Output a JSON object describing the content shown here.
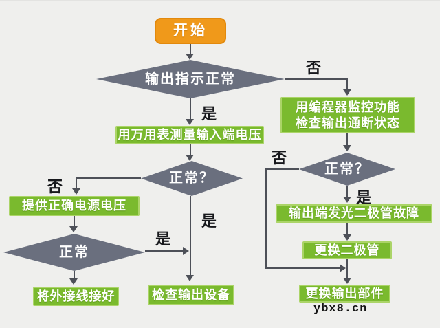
{
  "flowchart": {
    "nodes": {
      "start": "开始",
      "output_indicator_normal": "输出指示正常",
      "programmer_monitor": {
        "line1": "用编程器监控功能",
        "line2": "检查输出通断状态"
      },
      "multimeter_measure": "用万用表测量输入端电压",
      "output_state_normal": "正常？",
      "input_voltage_normal": "正常？",
      "provide_correct_voltage": "提供正确电源电压",
      "power_voltage_normal": "正常",
      "connect_external_wiring": "将外接线接好",
      "check_output_device": "检查输出设备",
      "output_led_fault": "输出端发光二极管故障",
      "replace_diode": "更换二极管",
      "replace_output_part": "更换输出部件"
    },
    "edge_labels": {
      "yes": "是",
      "no": "否"
    }
  },
  "watermark": "ybx8.cn",
  "colors": {
    "page_bg": "#efefed",
    "start_fill": "#f0991a",
    "start_border": "#e2890d",
    "process_fill": "#7aba2e",
    "process_border": "#abd468",
    "decision_fill": "#6a6f7e",
    "connector": "#4d5058",
    "label_color": "#17181c"
  }
}
